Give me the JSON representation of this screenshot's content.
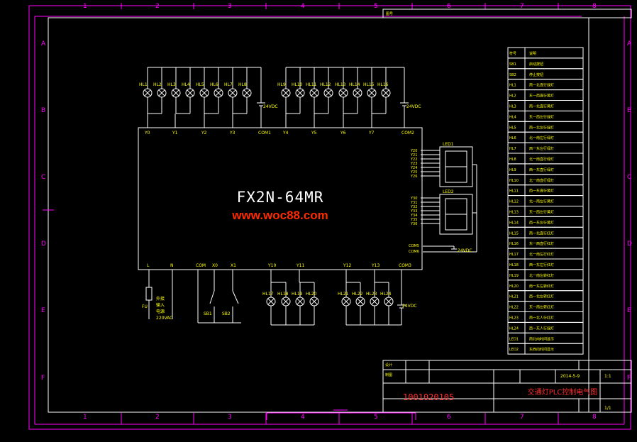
{
  "plc": {
    "model": "FX2N-64MR",
    "watermark": "www.woc88.com",
    "top_terminals_left": [
      "Y0",
      "Y1",
      "Y2",
      "Y3",
      "COM1"
    ],
    "top_terminals_right": [
      "Y4",
      "Y5",
      "Y6",
      "Y7",
      "COM2"
    ],
    "bottom_terminals_left": [
      "L",
      "N",
      "COM",
      "X0",
      "X1"
    ],
    "bottom_terminals_right": [
      "Y10",
      "Y11",
      "Y12",
      "Y13",
      "COM3"
    ],
    "side_terminals_upper": [
      "Y20",
      "Y21",
      "Y22",
      "Y23",
      "Y24",
      "Y25",
      "Y26"
    ],
    "side_terminals_lower": [
      "Y30",
      "Y31",
      "Y32",
      "Y33",
      "Y34",
      "Y35",
      "Y36"
    ],
    "side_com": [
      "COM5",
      "COM6"
    ]
  },
  "lamps": {
    "top_left": [
      "HL1",
      "HL2",
      "HL3",
      "HL4",
      "HL5",
      "HL6",
      "HL7",
      "HL8"
    ],
    "top_right": [
      "HL9",
      "HL10",
      "HL11",
      "HL12",
      "HL13",
      "HL14",
      "HL15",
      "HL16"
    ],
    "bottom_left": [
      "HL17",
      "HL18",
      "HL19",
      "HL20"
    ],
    "bottom_right": [
      "HL21",
      "HL22",
      "HL23",
      "HL24"
    ]
  },
  "supplies": {
    "dc": "24VDC",
    "ac_fuse": "FU",
    "ac_note": "外接\n输入\n电源\n220VAC"
  },
  "switches": [
    "SB1",
    "SB2"
  ],
  "displays": [
    "LED1",
    "LED2"
  ],
  "border": {
    "col_numbers": [
      "1",
      "2",
      "3",
      "4",
      "5",
      "6",
      "7",
      "8"
    ],
    "row_letters": [
      "A",
      "B",
      "C",
      "D",
      "E",
      "F"
    ]
  },
  "legend": {
    "header": [
      "符号",
      "说明"
    ],
    "rows": [
      [
        "SB1",
        "启动按钮"
      ],
      [
        "SB2",
        "停止按钮"
      ],
      [
        "HL1",
        "南一北直行绿灯"
      ],
      [
        "HL2",
        "东一西直行黄灯"
      ],
      [
        "HL3",
        "南一北直行黄灯"
      ],
      [
        "HL4",
        "东一西左行绿灯"
      ],
      [
        "HL5",
        "南一北左行绿灯"
      ],
      [
        "HL6",
        "北一南左行绿灯"
      ],
      [
        "HL7",
        "西一东左行绿灯"
      ],
      [
        "HL8",
        "北一南直行绿灯"
      ],
      [
        "HL9",
        "西一东直行绿灯"
      ],
      [
        "HL10",
        "北一南直行绿灯"
      ],
      [
        "HL11",
        "西一东直行黄灯"
      ],
      [
        "HL12",
        "北一南左行黄灯"
      ],
      [
        "HL13",
        "东一西左行黄灯"
      ],
      [
        "HL14",
        "西一东左行黄灯"
      ],
      [
        "HL15",
        "南一北直行红灯"
      ],
      [
        "HL16",
        "东一西直行红灯"
      ],
      [
        "HL17",
        "北一南左行红灯"
      ],
      [
        "HL18",
        "西一东左行红灯"
      ],
      [
        "HL19",
        "北一南左转红灯"
      ],
      [
        "HL20",
        "南一东左转红灯"
      ],
      [
        "HL21",
        "西一北左转红灯"
      ],
      [
        "HL22",
        "东一南左转红灯"
      ],
      [
        "HL23",
        "南一北人行红灯"
      ],
      [
        "HL24",
        "西一东人行绿灯"
      ],
      [
        "LED1",
        "南北向时间显示"
      ],
      [
        "LED2",
        "东西向时间显示"
      ]
    ]
  },
  "title_block": {
    "drawing_number": "1001020105",
    "drawing_title": "交通灯PLC控制电气图",
    "date": "2014-5-9",
    "scale": "1:1",
    "sheet": "1/1"
  },
  "colors": {
    "frame": "#ffffff",
    "border": "#ff00ff",
    "wire": "#ffffff",
    "text": "#ffff00",
    "red": "#ff3030"
  }
}
